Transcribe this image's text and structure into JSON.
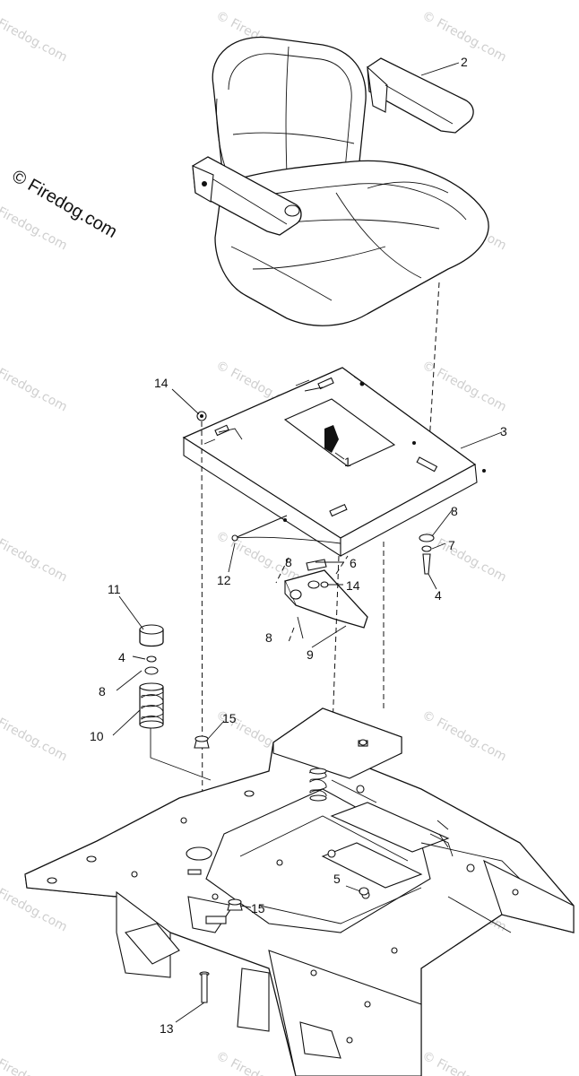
{
  "copyright": "© Firedog.com",
  "watermark": "© Firedog.com",
  "callouts": [
    {
      "id": "c1",
      "label": "1"
    },
    {
      "id": "c2",
      "label": "2"
    },
    {
      "id": "c3",
      "label": "3"
    },
    {
      "id": "c4a",
      "label": "4"
    },
    {
      "id": "c4b",
      "label": "4"
    },
    {
      "id": "c5",
      "label": "5"
    },
    {
      "id": "c6",
      "label": "6"
    },
    {
      "id": "c7",
      "label": "7"
    },
    {
      "id": "c8a",
      "label": "8"
    },
    {
      "id": "c8b",
      "label": "8"
    },
    {
      "id": "c8c",
      "label": "8"
    },
    {
      "id": "c8d",
      "label": "8"
    },
    {
      "id": "c9",
      "label": "9"
    },
    {
      "id": "c10",
      "label": "10"
    },
    {
      "id": "c11",
      "label": "11"
    },
    {
      "id": "c12",
      "label": "12"
    },
    {
      "id": "c13",
      "label": "13"
    },
    {
      "id": "c14a",
      "label": "14"
    },
    {
      "id": "c14b",
      "label": "14"
    },
    {
      "id": "c15a",
      "label": "15"
    },
    {
      "id": "c15b",
      "label": "15"
    }
  ]
}
